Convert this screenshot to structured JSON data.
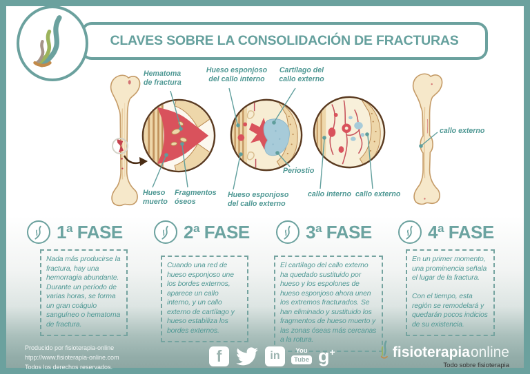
{
  "colors": {
    "accent": "#6ba19e",
    "label_teal": "#4f9894",
    "hematoma_red": "#d9525c",
    "cartilage_blue": "#a7cbd9",
    "bone": "#f6e8ca",
    "circle_ring": "#5a3a20"
  },
  "header": {
    "title": "CLAVES SOBRE LA CONSOLIDACIÓN DE FRACTURAS"
  },
  "diagram": {
    "labels": {
      "hematoma": "Hematoma\nde fractura",
      "esponjoso_interno": "Hueso esponjoso\ndel callo interno",
      "cartilago_externo": "Cartílago del\ncallo externo",
      "periostio": "Periostio",
      "hueso_muerto": "Hueso\nmuerto",
      "fragmentos": "Fragmentos\nóseos",
      "esponjoso_externo": "Hueso esponjoso\ndel callo externo",
      "callo_interno": "callo interno",
      "callo_externo": "callo externo",
      "callo_externo_hueso": "callo externo"
    }
  },
  "phases": [
    {
      "title": "1ª FASE",
      "text": "Nada más producirse la fractura, hay una hemorragia abundante. Durante un período de varias horas, se forma un gran coágulo sanguíneo o hematoma de fractura."
    },
    {
      "title": "2ª FASE",
      "text": "Cuando una red de hueso esponjoso une los bordes externos, aparece un callo interno, y un callo externo de cartílago y hueso estabiliza los bordes externos."
    },
    {
      "title": "3ª FASE",
      "text": "El cartílago del callo externo ha quedado sustituido por hueso y los espolones de hueso esponjoso ahora unen los extremos fracturados. Se han eliminado y sustituido los fragmentos de hueso muerto y las zonas óseas más cercanas a la rotura."
    },
    {
      "title": "4ª FASE",
      "text": "En un primer momento, una prominencia señala el lugar de la fractura.\n\nCon el tiempo, esta región se remodelará y quedarán pocos indicios de su existencia."
    }
  ],
  "footer": {
    "credits": [
      "Producido por fisioterapia-online",
      "htpp://www.fisioterapia-online.com",
      "Todos los derechos reservados."
    ],
    "social": {
      "facebook": "f",
      "linkedin": "in",
      "youtube_top": "You",
      "youtube_bottom": "Tube",
      "googleplus": "g",
      "googleplus_sup": "+"
    },
    "brand": {
      "name_bold": "fisioterapia",
      "name_light": "online",
      "tagline": "Todo sobre fisioterapia"
    }
  }
}
